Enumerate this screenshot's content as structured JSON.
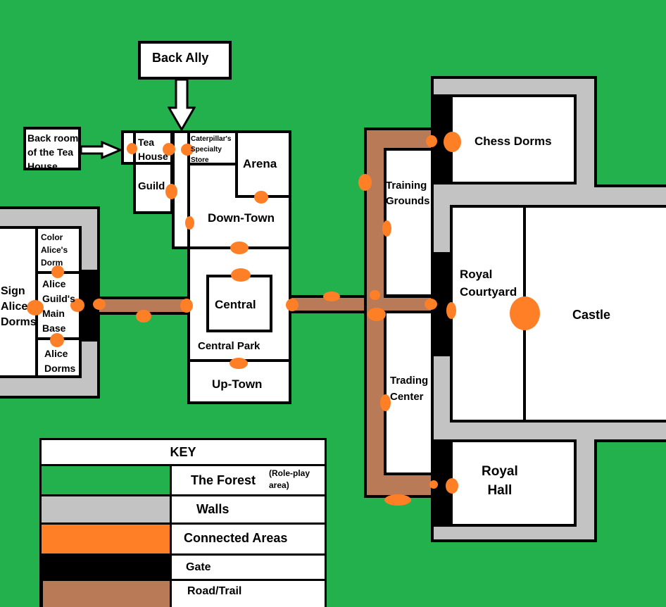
{
  "map": {
    "areas": {
      "back_ally": "Back Ally",
      "back_room_tea_house": [
        "Back room",
        "of the Tea",
        "House"
      ],
      "tea_house": [
        "Tea",
        "House"
      ],
      "caterpillar_store": [
        "Caterpillar's",
        "Specialty",
        "Store"
      ],
      "arena": "Arena",
      "guild": "Guild",
      "down_town": "Down-Town",
      "central": "Central",
      "central_park": "Central Park",
      "up_town": "Up-Town",
      "sign_alice_dorms": [
        "Sign",
        "Alice",
        "Dorms"
      ],
      "color_alice_dorm": [
        "Color",
        "Alice's",
        "Dorm"
      ],
      "alice_guild_main_base": [
        "Alice",
        "Guild's",
        "Main",
        "Base"
      ],
      "alice_dorms": [
        "Alice",
        "Dorms"
      ],
      "chess_dorms": "Chess Dorms",
      "training_grounds": [
        "Training",
        "Grounds"
      ],
      "trading_center": [
        "Trading",
        "Center"
      ],
      "royal_courtyard": [
        "Royal",
        "Courtyard"
      ],
      "castle": "Castle",
      "royal_hall": [
        "Royal",
        "Hall"
      ]
    }
  },
  "key": {
    "title": "KEY",
    "entries": [
      {
        "label": "The Forest",
        "note": [
          "(Role-play",
          "area)"
        ],
        "color": "#22b14c"
      },
      {
        "label": "Walls",
        "color": "#c3c3c3"
      },
      {
        "label": "Connected Areas",
        "color": "#ff7f27"
      },
      {
        "label": "Gate",
        "color": "#000000"
      },
      {
        "label": "Road/Trail",
        "color": "#b97a57"
      }
    ]
  }
}
